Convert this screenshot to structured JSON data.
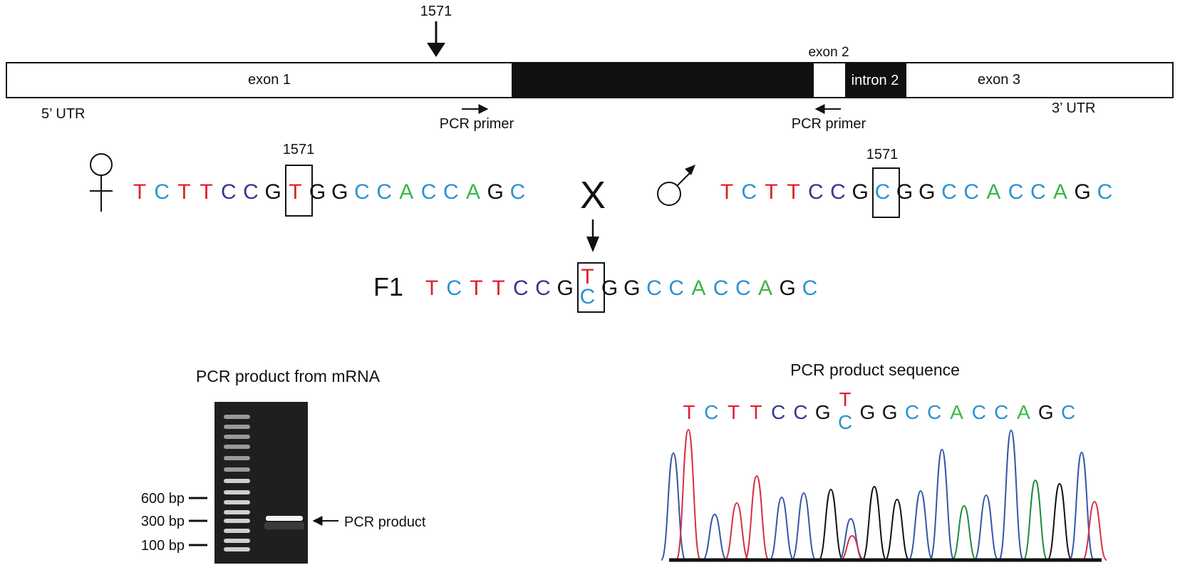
{
  "gene_map": {
    "arrow_label": "1571",
    "exon1": "exon 1",
    "exon2": "exon 2",
    "intron2": "intron 2",
    "exon3": "exon 3",
    "utr5": "5’ UTR",
    "utr3": "3’ UTR",
    "primer_forward": "PCR primer",
    "primer_reverse": "PCR primer"
  },
  "cross": {
    "female_position_label": "1571",
    "male_position_label": "1571",
    "cross_symbol": "X",
    "f1_label": "F1",
    "female_symbol_icon": "female-symbol-icon",
    "male_symbol_icon": "male-symbol-icon",
    "female_sequence": [
      "T",
      "C",
      "T",
      "T",
      "C",
      "C",
      "G",
      "T",
      "G",
      "G",
      "C",
      "C",
      "A",
      "C",
      "C",
      "A",
      "G",
      "C"
    ],
    "male_sequence": [
      "T",
      "C",
      "T",
      "T",
      "C",
      "C",
      "G",
      "C",
      "G",
      "G",
      "C",
      "C",
      "A",
      "C",
      "C",
      "A",
      "G",
      "C"
    ],
    "f1_sequence": [
      "T",
      "C",
      "T",
      "T",
      "C",
      "C",
      "G",
      "T/C",
      "G",
      "G",
      "C",
      "C",
      "A",
      "C",
      "C",
      "A",
      "G",
      "C"
    ],
    "boxed_index": 7
  },
  "gel": {
    "title": "PCR product from mRNA",
    "markers": [
      "600 bp",
      "300 bp",
      "100 bp"
    ],
    "product_label": "PCR product"
  },
  "chromatogram": {
    "title": "PCR product sequence",
    "sequence": [
      "T",
      "C",
      "T",
      "T",
      "C",
      "C",
      "G",
      "T/C",
      "G",
      "G",
      "C",
      "C",
      "A",
      "C",
      "C",
      "A",
      "G",
      "C"
    ]
  },
  "colors": {
    "T": "#e0202e",
    "C_light": "#2a93d0",
    "C_dark": "#35378f",
    "A": "#3bb54a",
    "G": "#111111",
    "trace_red": "#d62f43",
    "trace_blue": "#3457a6",
    "trace_green": "#1d8a3c",
    "trace_black": "#111111"
  }
}
